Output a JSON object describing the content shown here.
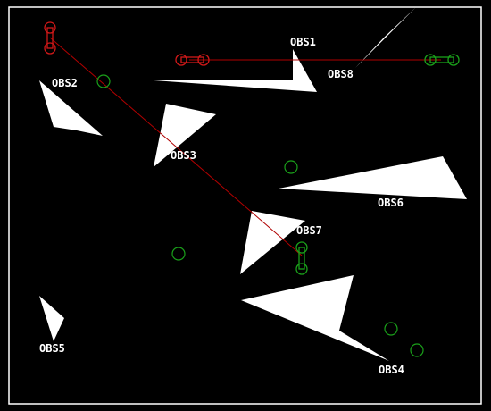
{
  "scene": {
    "colors": {
      "background": "#000000",
      "border": "#ffffff",
      "obstacle": "#ffffff",
      "label": "#ffffff",
      "path": "#b00000",
      "robot_red": "#d01818",
      "robot_green": "#1aa01a",
      "waypoint": "#1aa01a"
    },
    "obstacles": [
      {
        "id": "obs1",
        "label": "OBS1"
      },
      {
        "id": "obs2",
        "label": "OBS2"
      },
      {
        "id": "obs3",
        "label": "OBS3"
      },
      {
        "id": "obs4",
        "label": "OBS4"
      },
      {
        "id": "obs5",
        "label": "OBS5"
      },
      {
        "id": "obs6",
        "label": "OBS6"
      },
      {
        "id": "obs7",
        "label": "OBS7"
      },
      {
        "id": "obs8",
        "label": "OBS8"
      }
    ]
  }
}
